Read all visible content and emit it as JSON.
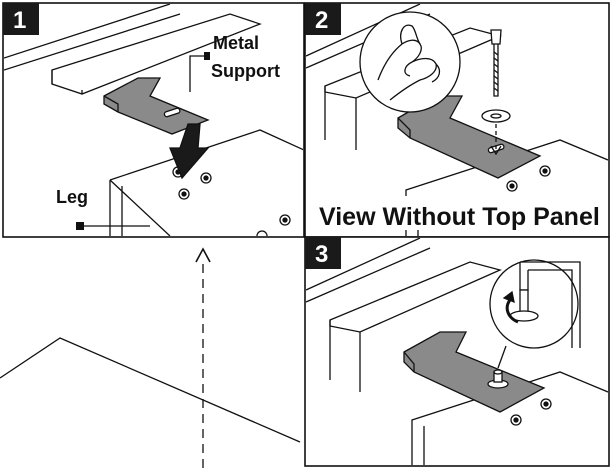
{
  "steps": [
    {
      "number": "1",
      "callouts": {
        "metal_support": "Metal\nSupport",
        "leg": "Leg"
      }
    },
    {
      "number": "2",
      "caption": "View Without Top Panel",
      "icon": "hand-pinch-icon"
    },
    {
      "number": "3",
      "icon": "allen-wrench-turn-icon"
    }
  ],
  "colors": {
    "panel_fill": "#8a8a8a",
    "line": "#111111",
    "badge": "#1a1a1a"
  }
}
